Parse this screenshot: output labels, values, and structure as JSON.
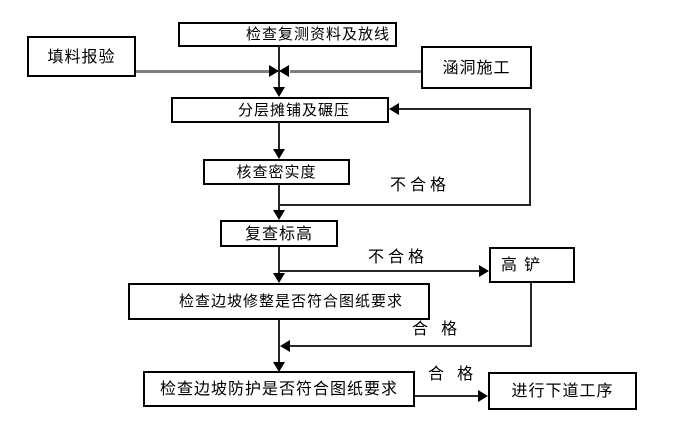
{
  "diagram": {
    "type": "flowchart",
    "nodes": {
      "resurvey": {
        "label": "检查复测资料及放线"
      },
      "fill_inspection": {
        "label": "填料报验"
      },
      "culvert": {
        "label": "涵洞施工"
      },
      "paving": {
        "label": "分层摊铺及碾压"
      },
      "density_check": {
        "label": "核查密实度"
      },
      "elevation_recheck": {
        "label": "复查标高"
      },
      "high_shovel": {
        "label": "高 铲"
      },
      "slope_trim_check": {
        "label": "检查边坡修整是否符合图纸要求"
      },
      "slope_protection_check": {
        "label": "检查边坡防护是否符合图纸要求"
      },
      "next_process": {
        "label": "进行下道工序"
      }
    },
    "edge_labels": {
      "density_unqualified": "不合格",
      "elevation_unqualified": "不合格",
      "trim_qualified": "合 格",
      "protection_qualified": "合 格"
    },
    "edges": [
      {
        "from": "resurvey",
        "to": "paving",
        "label": ""
      },
      {
        "from": "fill_inspection",
        "to": "paving",
        "label": ""
      },
      {
        "from": "culvert",
        "to": "paving",
        "label": ""
      },
      {
        "from": "paving",
        "to": "density_check",
        "label": ""
      },
      {
        "from": "density_check",
        "to": "elevation_recheck",
        "label": ""
      },
      {
        "from": "density_check",
        "to": "paving",
        "label": "不合格"
      },
      {
        "from": "elevation_recheck",
        "to": "high_shovel",
        "label": "不合格"
      },
      {
        "from": "elevation_recheck",
        "to": "slope_trim_check",
        "label": ""
      },
      {
        "from": "slope_trim_check",
        "to": "slope_protection_check",
        "label": ""
      },
      {
        "from": "high_shovel",
        "to": "slope_protection_check",
        "label": "合 格"
      },
      {
        "from": "slope_protection_check",
        "to": "next_process",
        "label": "合 格"
      }
    ],
    "colors": {
      "background": "#ffffff",
      "node_border": "#000000",
      "line": "#262626",
      "gray_line": "#808080",
      "text": "#000000"
    }
  }
}
